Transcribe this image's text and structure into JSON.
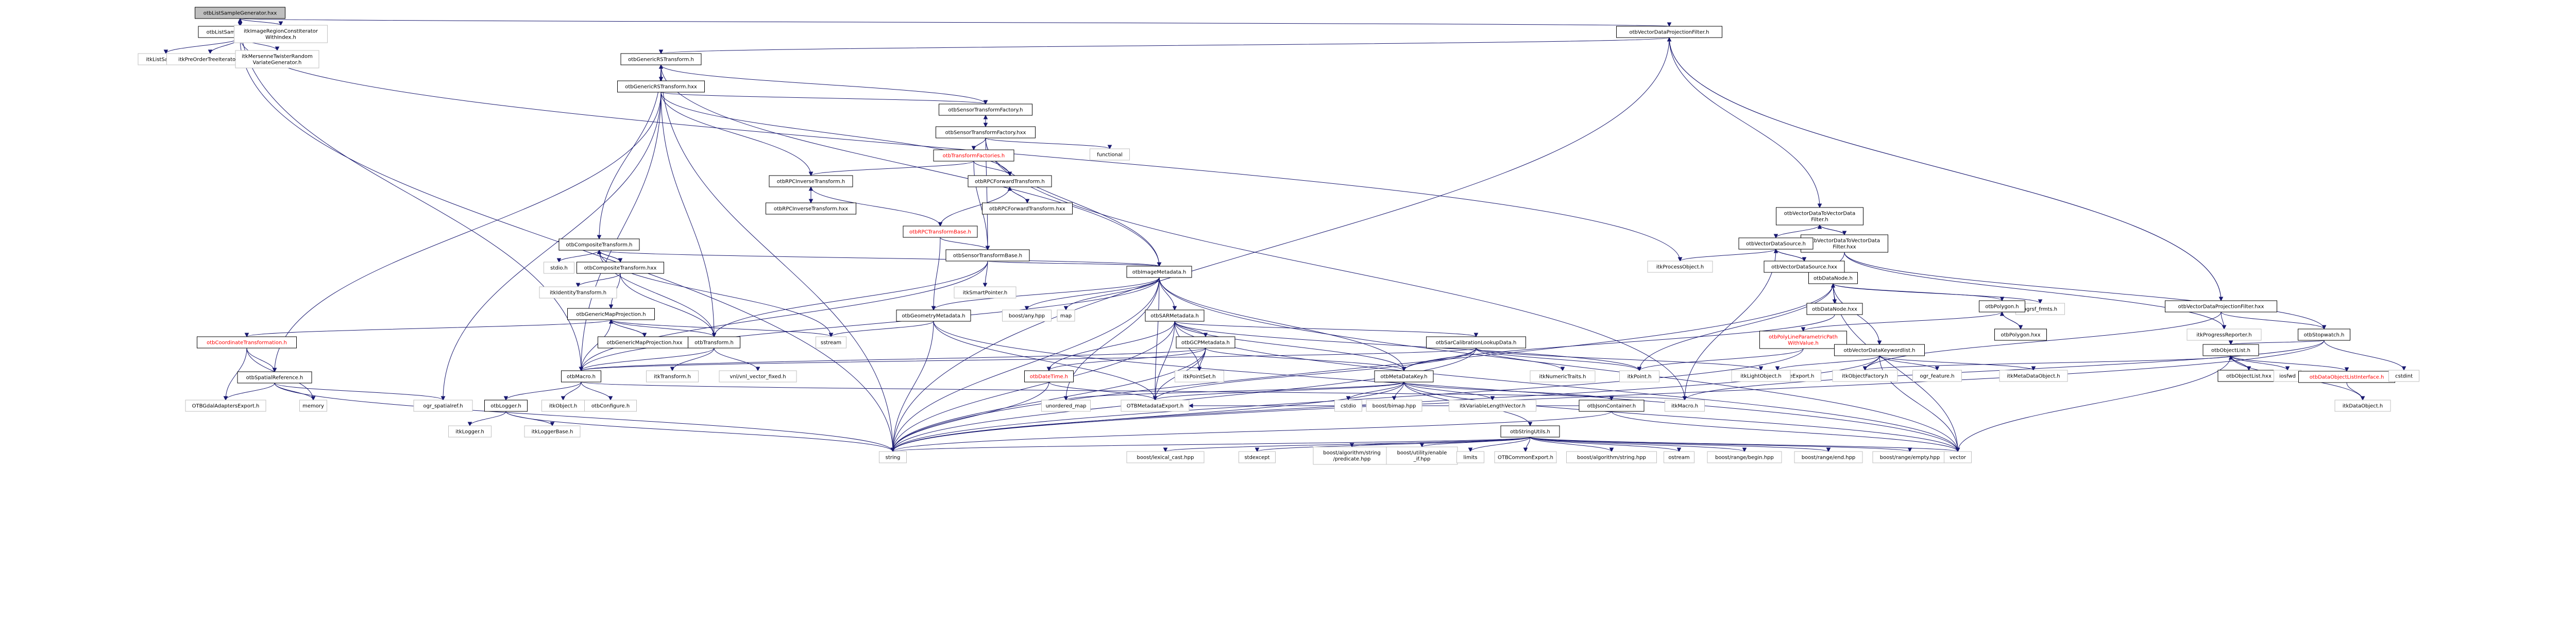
{
  "title": "otbListSampleGenerator.hxx include dependency graph",
  "colors": {
    "edge": "#191970",
    "node_border": "#000000",
    "external_border": "#bfbfbf",
    "root_fill": "#bfbfbf",
    "red_label": "#ff0000"
  },
  "nodes": [
    {
      "id": "root",
      "label": [
        "otbListSampleGenerator.hxx"
      ],
      "kind": "root"
    },
    {
      "id": "lsg_h",
      "label": [
        "otbListSampleGenerator.h"
      ],
      "kind": "doc"
    },
    {
      "id": "imgreg",
      "label": [
        "itkImageRegionConstIterator",
        "WithIndex.h"
      ],
      "kind": "ext"
    },
    {
      "id": "vdpf_h",
      "label": [
        "otbVectorDataProjectionFilter.h"
      ],
      "kind": "doc"
    },
    {
      "id": "listsample",
      "label": [
        "itkListSample.h"
      ],
      "kind": "ext"
    },
    {
      "id": "preorder",
      "label": [
        "itkPreOrderTreeIterator.h"
      ],
      "kind": "ext"
    },
    {
      "id": "mersenne",
      "label": [
        "itkMersenneTwisterRandom",
        "VariateGenerator.h"
      ],
      "kind": "ext"
    },
    {
      "id": "genrs_h",
      "label": [
        "otbGenericRSTransform.h"
      ],
      "kind": "doc"
    },
    {
      "id": "genrs_hxx",
      "label": [
        "otbGenericRSTransform.hxx"
      ],
      "kind": "doc"
    },
    {
      "id": "stf_h",
      "label": [
        "otbSensorTransformFactory.h"
      ],
      "kind": "doc"
    },
    {
      "id": "stf_hxx",
      "label": [
        "otbSensorTransformFactory.hxx"
      ],
      "kind": "doc"
    },
    {
      "id": "functional",
      "label": [
        "functional"
      ],
      "kind": "ext"
    },
    {
      "id": "tfactories",
      "label": [
        "otbTransformFactories.h"
      ],
      "kind": "red"
    },
    {
      "id": "rpcinv_h",
      "label": [
        "otbRPCInverseTransform.h"
      ],
      "kind": "doc"
    },
    {
      "id": "rpcinv_hxx",
      "label": [
        "otbRPCInverseTransform.hxx"
      ],
      "kind": "doc"
    },
    {
      "id": "rpcfwd_h",
      "label": [
        "otbRPCForwardTransform.h"
      ],
      "kind": "doc"
    },
    {
      "id": "rpcfwd_hxx",
      "label": [
        "otbRPCForwardTransform.hxx"
      ],
      "kind": "doc"
    },
    {
      "id": "rpcbase",
      "label": [
        "otbRPCTransformBase.h"
      ],
      "kind": "red"
    },
    {
      "id": "stbase",
      "label": [
        "otbSensorTransformBase.h"
      ],
      "kind": "doc"
    },
    {
      "id": "vd2vd_h",
      "label": [
        "otbVectorDataToVectorData",
        "Filter.h"
      ],
      "kind": "doc"
    },
    {
      "id": "vd2vd_hxx",
      "label": [
        "otbVectorDataToVectorData",
        "Filter.hxx"
      ],
      "kind": "doc"
    },
    {
      "id": "vdsrc_h",
      "label": [
        "otbVectorDataSource.h"
      ],
      "kind": "doc"
    },
    {
      "id": "vdsrc_hxx",
      "label": [
        "otbVectorDataSource.hxx"
      ],
      "kind": "doc"
    },
    {
      "id": "procobj",
      "label": [
        "itkProcessObject.h"
      ],
      "kind": "ext"
    },
    {
      "id": "comp_h",
      "label": [
        "otbCompositeTransform.h"
      ],
      "kind": "doc"
    },
    {
      "id": "comp_hxx",
      "label": [
        "otbCompositeTransform.hxx"
      ],
      "kind": "doc"
    },
    {
      "id": "stdio",
      "label": [
        "stdio.h"
      ],
      "kind": "ext"
    },
    {
      "id": "idtrans",
      "label": [
        "itkIdentityTransform.h"
      ],
      "kind": "ext"
    },
    {
      "id": "gmp_h",
      "label": [
        "otbGenericMapProjection.h"
      ],
      "kind": "doc"
    },
    {
      "id": "gmp_hxx",
      "label": [
        "otbGenericMapProjection.hxx"
      ],
      "kind": "doc"
    },
    {
      "id": "coordtrans",
      "label": [
        "otbCoordinateTransformation.h"
      ],
      "kind": "red"
    },
    {
      "id": "spatialref",
      "label": [
        "otbSpatialReference.h"
      ],
      "kind": "doc"
    },
    {
      "id": "gdaladapt",
      "label": [
        "OTBGdalAdaptersExport.h"
      ],
      "kind": "ext"
    },
    {
      "id": "memory",
      "label": [
        "memory"
      ],
      "kind": "ext"
    },
    {
      "id": "ogrsr",
      "label": [
        "ogr_spatialref.h"
      ],
      "kind": "ext"
    },
    {
      "id": "imgmeta",
      "label": [
        "otbImageMetadata.h"
      ],
      "kind": "doc"
    },
    {
      "id": "smartptr",
      "label": [
        "itkSmartPointer.h"
      ],
      "kind": "ext"
    },
    {
      "id": "geommeta",
      "label": [
        "otbGeometryMetadata.h"
      ],
      "kind": "doc"
    },
    {
      "id": "boostany",
      "label": [
        "boost/any.hpp"
      ],
      "kind": "ext"
    },
    {
      "id": "map",
      "label": [
        "map"
      ],
      "kind": "ext"
    },
    {
      "id": "sarmeta",
      "label": [
        "otbSARMetadata.h"
      ],
      "kind": "doc"
    },
    {
      "id": "sarcal",
      "label": [
        "otbSarCalibrationLookupData.h"
      ],
      "kind": "doc"
    },
    {
      "id": "gcpmeta",
      "label": [
        "otbGCPMetadata.h"
      ],
      "kind": "doc"
    },
    {
      "id": "metakey",
      "label": [
        "otbMetaDataKey.h"
      ],
      "kind": "doc"
    },
    {
      "id": "datetime",
      "label": [
        "otbDateTime.h"
      ],
      "kind": "red"
    },
    {
      "id": "ptset",
      "label": [
        "itkPointSet.h"
      ],
      "kind": "ext"
    },
    {
      "id": "itkpoint",
      "label": [
        "itkPoint.h"
      ],
      "kind": "ext"
    },
    {
      "id": "numtraits",
      "label": [
        "itkNumericTraits.h"
      ],
      "kind": "ext"
    },
    {
      "id": "ctransform",
      "label": [
        "otbTransform.h"
      ],
      "kind": "doc"
    },
    {
      "id": "itktransform",
      "label": [
        "itkTransform.h"
      ],
      "kind": "ext"
    },
    {
      "id": "vnl",
      "label": [
        "vnl/vnl_vector_fixed.h"
      ],
      "kind": "ext"
    },
    {
      "id": "sstream",
      "label": [
        "sstream"
      ],
      "kind": "ext"
    },
    {
      "id": "otbmacro",
      "label": [
        "otbMacro.h"
      ],
      "kind": "doc"
    },
    {
      "id": "otblogger",
      "label": [
        "otbLogger.h"
      ],
      "kind": "doc"
    },
    {
      "id": "itklogger",
      "label": [
        "itkLogger.h"
      ],
      "kind": "ext"
    },
    {
      "id": "itkloggerbase",
      "label": [
        "itkLoggerBase.h"
      ],
      "kind": "ext"
    },
    {
      "id": "itkobject",
      "label": [
        "itkObject.h"
      ],
      "kind": "ext"
    },
    {
      "id": "otbconfigure",
      "label": [
        "otbConfigure.h"
      ],
      "kind": "ext"
    },
    {
      "id": "itkmacro",
      "label": [
        "itkMacro.h"
      ],
      "kind": "ext"
    },
    {
      "id": "otbmetaexport",
      "label": [
        "OTBMetadataExport.h"
      ],
      "kind": "ext"
    },
    {
      "id": "unordered",
      "label": [
        "unordered_map"
      ],
      "kind": "ext"
    },
    {
      "id": "cstdio",
      "label": [
        "cstdio"
      ],
      "kind": "ext"
    },
    {
      "id": "boostbimap",
      "label": [
        "boost/bimap.hpp"
      ],
      "kind": "ext"
    },
    {
      "id": "varlen",
      "label": [
        "itkVariableLengthVector.h"
      ],
      "kind": "ext"
    },
    {
      "id": "jsoncont",
      "label": [
        "otbJsonContainer.h"
      ],
      "kind": "doc"
    },
    {
      "id": "stringutils",
      "label": [
        "otbStringUtils.h"
      ],
      "kind": "doc"
    },
    {
      "id": "lexical",
      "label": [
        "boost/lexical_cast.hpp"
      ],
      "kind": "ext"
    },
    {
      "id": "stdexcept",
      "label": [
        "stdexcept"
      ],
      "kind": "ext"
    },
    {
      "id": "boostpred",
      "label": [
        "boost/algorithm/string",
        "/predicate.hpp"
      ],
      "kind": "ext"
    },
    {
      "id": "boostenable",
      "label": [
        "boost/utility/enable",
        "_if.hpp"
      ],
      "kind": "ext"
    },
    {
      "id": "limits",
      "label": [
        "limits"
      ],
      "kind": "ext"
    },
    {
      "id": "otbcommonexp",
      "label": [
        "OTBCommonExport.h"
      ],
      "kind": "ext"
    },
    {
      "id": "boostalgostr",
      "label": [
        "boost/algorithm/string.hpp"
      ],
      "kind": "ext"
    },
    {
      "id": "ostream",
      "label": [
        "ostream"
      ],
      "kind": "ext"
    },
    {
      "id": "rangebegin",
      "label": [
        "boost/range/begin.hpp"
      ],
      "kind": "ext"
    },
    {
      "id": "rangeend",
      "label": [
        "boost/range/end.hpp"
      ],
      "kind": "ext"
    },
    {
      "id": "rangeempty",
      "label": [
        "boost/range/empty.hpp"
      ],
      "kind": "ext"
    },
    {
      "id": "vector",
      "label": [
        "vector"
      ],
      "kind": "ext"
    },
    {
      "id": "string",
      "label": [
        "string"
      ],
      "kind": "ext"
    },
    {
      "id": "datanode_h",
      "label": [
        "otbDataNode.h"
      ],
      "kind": "doc"
    },
    {
      "id": "datanode_hxx",
      "label": [
        "otbDataNode.hxx"
      ],
      "kind": "doc"
    },
    {
      "id": "ogrfrmts",
      "label": [
        "ogrsf_frmts.h"
      ],
      "kind": "ext"
    },
    {
      "id": "polygon_h",
      "label": [
        "otbPolygon.h"
      ],
      "kind": "doc"
    },
    {
      "id": "polygon_hxx",
      "label": [
        "otbPolygon.hxx"
      ],
      "kind": "doc"
    },
    {
      "id": "polyline",
      "label": [
        "otbPolyLineParametricPath",
        "WithValue.h"
      ],
      "kind": "red"
    },
    {
      "id": "vdkwl",
      "label": [
        "otbVectorDataKeywordlist.h"
      ],
      "kind": "doc"
    },
    {
      "id": "vdbaseexp",
      "label": [
        "OTBVectorDataBaseExport.h"
      ],
      "kind": "ext"
    },
    {
      "id": "ogrfeature",
      "label": [
        "ogr_feature.h"
      ],
      "kind": "ext"
    },
    {
      "id": "itkobjfactory",
      "label": [
        "itkObjectFactory.h"
      ],
      "kind": "ext"
    },
    {
      "id": "itkmetaobj",
      "label": [
        "itkMetaDataObject.h"
      ],
      "kind": "ext"
    },
    {
      "id": "itklightobj",
      "label": [
        "itkLightObject.h"
      ],
      "kind": "ext"
    },
    {
      "id": "objlist_h",
      "label": [
        "otbObjectList.h"
      ],
      "kind": "doc"
    },
    {
      "id": "objlist_hxx",
      "label": [
        "otbObjectList.hxx"
      ],
      "kind": "doc"
    },
    {
      "id": "iosfwd",
      "label": [
        "iosfwd"
      ],
      "kind": "ext"
    },
    {
      "id": "dolif",
      "label": [
        "otbDataObjectListInterface.h"
      ],
      "kind": "red"
    },
    {
      "id": "itkdataobj",
      "label": [
        "itkDataObject.h"
      ],
      "kind": "ext"
    },
    {
      "id": "vdpf_hxx",
      "label": [
        "otbVectorDataProjectionFilter.hxx"
      ],
      "kind": "doc"
    },
    {
      "id": "progress",
      "label": [
        "itkProgressReporter.h"
      ],
      "kind": "ext"
    },
    {
      "id": "stopwatch_h",
      "label": [
        "otbStopwatch.h"
      ],
      "kind": "doc"
    },
    {
      "id": "cstdint",
      "label": [
        "cstdint"
      ],
      "kind": "ext"
    }
  ]
}
